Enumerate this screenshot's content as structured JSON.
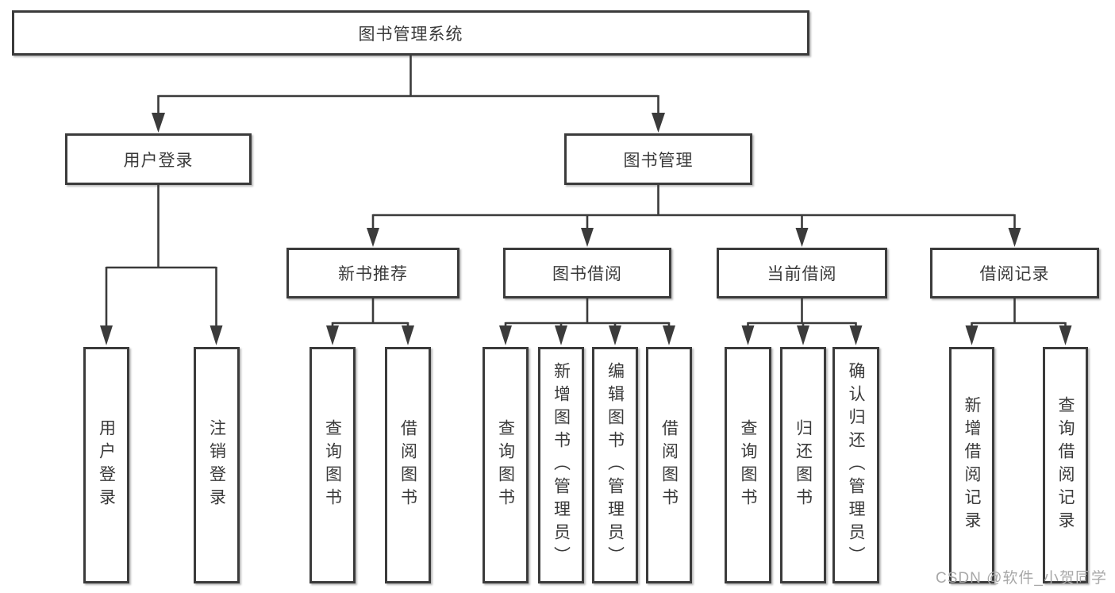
{
  "watermark": "CSDN @软件_小贺同学",
  "colors": {
    "line": "#3b3b3b",
    "box_border": "#3b3b3b",
    "text": "#3a3a3a",
    "watermark": "#a8a8a8",
    "background": "#ffffff"
  },
  "tree": {
    "root": "图书管理系统",
    "branches": [
      {
        "label": "用户登录",
        "children": [
          {
            "label": "用户登录"
          },
          {
            "label": "注销登录"
          }
        ]
      },
      {
        "label": "图书管理",
        "sections": [
          {
            "label": "新书推荐",
            "children": [
              {
                "label": "查询图书"
              },
              {
                "label": "借阅图书"
              }
            ]
          },
          {
            "label": "图书借阅",
            "children": [
              {
                "label": "查询图书"
              },
              {
                "label": "新增图书（管理员）"
              },
              {
                "label": "编辑图书（管理员）"
              },
              {
                "label": "借阅图书"
              }
            ]
          },
          {
            "label": "当前借阅",
            "children": [
              {
                "label": "查询图书"
              },
              {
                "label": "归还图书"
              },
              {
                "label": "确认归还（管理员）"
              }
            ]
          },
          {
            "label": "借阅记录",
            "children": [
              {
                "label": "新增借阅记录"
              },
              {
                "label": "查询借阅记录"
              }
            ]
          }
        ]
      }
    ]
  }
}
